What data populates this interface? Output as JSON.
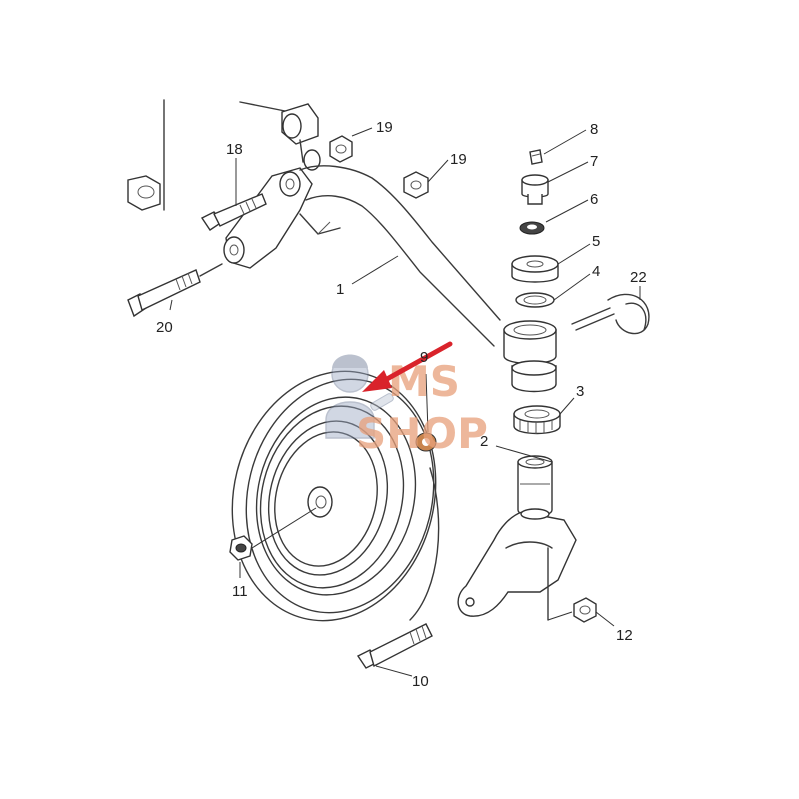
{
  "labels": {
    "p1": "1",
    "p2": "2",
    "p3": "3",
    "p4": "4",
    "p5": "5",
    "p6": "6",
    "p7": "7",
    "p8": "8",
    "p9": "9",
    "p10": "10",
    "p11": "11",
    "p12": "12",
    "p18": "18",
    "p19a": "19",
    "p19b": "19",
    "p20": "20",
    "p22": "22"
  },
  "watermark": {
    "line1": "MS",
    "line2": "SHOP"
  },
  "colors": {
    "arrow": "#d9232b",
    "watermark": "#e8a07a",
    "line": "#3a3a3a"
  },
  "icons": {
    "watermark_mascot": "mechanic-mascot-icon",
    "pointer": "red-arrow-icon"
  }
}
